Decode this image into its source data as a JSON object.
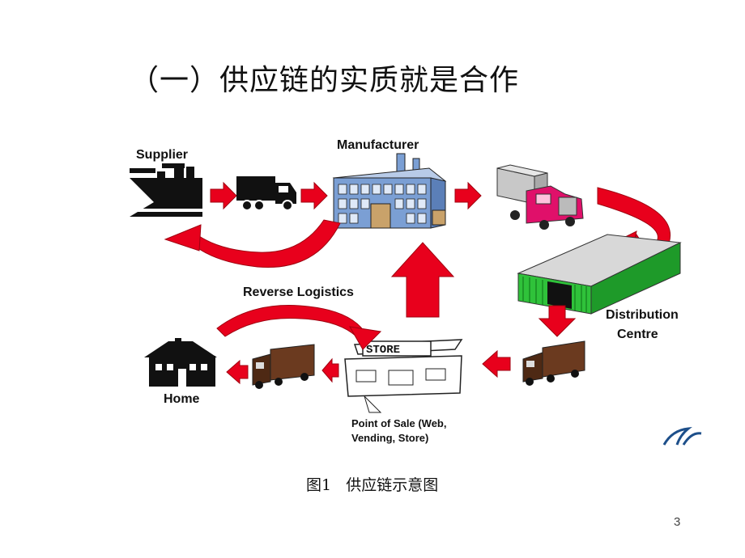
{
  "slide": {
    "title": "（一）供应链的实质就是合作",
    "caption": "图1   供应链示意图",
    "page_number": "3"
  },
  "diagram": {
    "nodes": {
      "supplier": "Supplier",
      "manufacturer": "Manufacturer",
      "distribution_line1": "Distribution",
      "distribution_line2": "Centre",
      "home": "Home",
      "pos_line1": "Point of Sale (Web,",
      "pos_line2": "Vending, Store)",
      "reverse": "Reverse Logistics",
      "store_sign": "STORE"
    },
    "colors": {
      "arrow": "#e8001c",
      "building": "#7b9fd4",
      "warehouse": "#2fc23a",
      "truck_brown": "#6b3a1f",
      "truck_pink": "#e0106a"
    }
  }
}
